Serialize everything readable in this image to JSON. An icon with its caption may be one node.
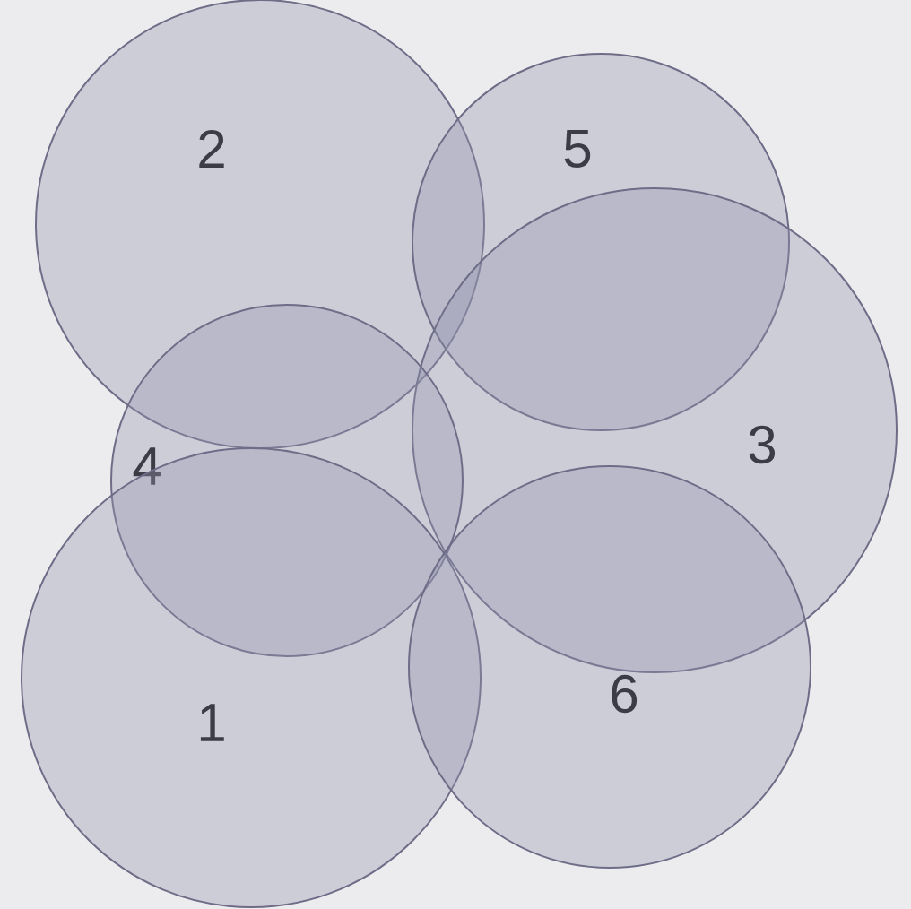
{
  "diagram": {
    "nodes": [
      {
        "text": [
          "2"
        ]
      },
      {
        "text": [
          "5"
        ]
      },
      {
        "text": [
          "3"
        ]
      },
      {
        "text": [
          "4"
        ]
      },
      {
        "text": [
          "1"
        ]
      },
      {
        "text": [
          "6"
        ]
      }
    ]
  }
}
